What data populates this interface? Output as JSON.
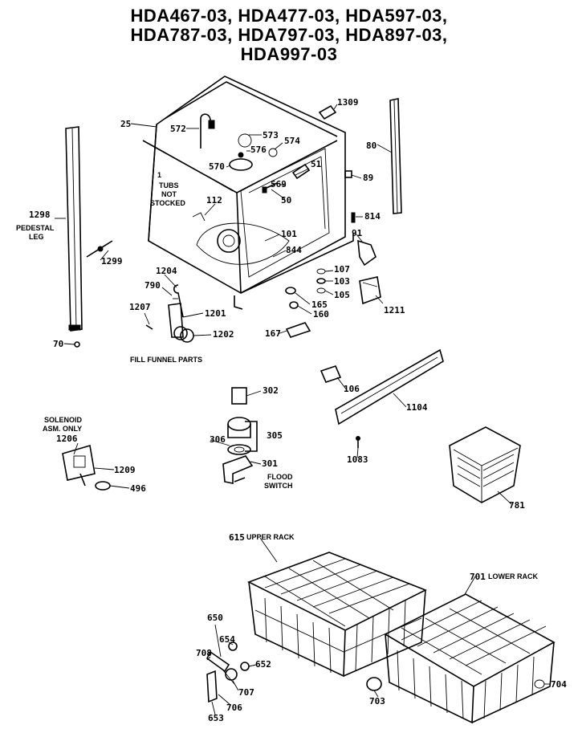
{
  "title": {
    "line1": "HDA467-03, HDA477-03, HDA597-03,",
    "line2": "HDA787-03, HDA797-03, HDA897-03,",
    "line3": "HDA997-03"
  },
  "captions": {
    "tubs_not_stocked_1": "1",
    "tubs_not_stocked_2": "TUBS",
    "tubs_not_stocked_3": "NOT",
    "tubs_not_stocked_4": "STOCKED",
    "pedestal_leg_1": "PEDESTAL",
    "pedestal_leg_2": "LEG",
    "fill_funnel_parts": "FILL FUNNEL PARTS",
    "solenoid_1": "SOLENOID",
    "solenoid_2": "ASM. ONLY",
    "flood_switch_1": "FLOOD",
    "flood_switch_2": "SWITCH",
    "upper_rack": "UPPER RACK",
    "lower_rack": "LOWER RACK"
  },
  "callouts": {
    "p25": "25",
    "p572": "572",
    "p573": "573",
    "p576": "576",
    "p574": "574",
    "p570": "570",
    "p51": "51",
    "p569": "569",
    "p50": "50",
    "p1309": "1309",
    "p80": "80",
    "p89": "89",
    "p814": "814",
    "p91": "91",
    "p1211": "1211",
    "p107": "107",
    "p103": "103",
    "p105": "105",
    "p165": "165",
    "p160": "160",
    "p167": "167",
    "p101": "101",
    "p844": "844",
    "p112": "112",
    "p1298": "1298",
    "p1299": "1299",
    "p70": "70",
    "p1204": "1204",
    "p790": "790",
    "p1207": "1207",
    "p1201": "1201",
    "p1202": "1202",
    "p302": "302",
    "p305": "305",
    "p306": "306",
    "p301": "301",
    "p1206": "1206",
    "p1209": "1209",
    "p496": "496",
    "p106": "106",
    "p1104": "1104",
    "p1083": "1083",
    "p781": "781",
    "p615": "615",
    "p701": "701",
    "p650": "650",
    "p708": "708",
    "p654": "654",
    "p652": "652",
    "p707": "707",
    "p706": "706",
    "p653": "653",
    "p703": "703",
    "p704": "704"
  }
}
